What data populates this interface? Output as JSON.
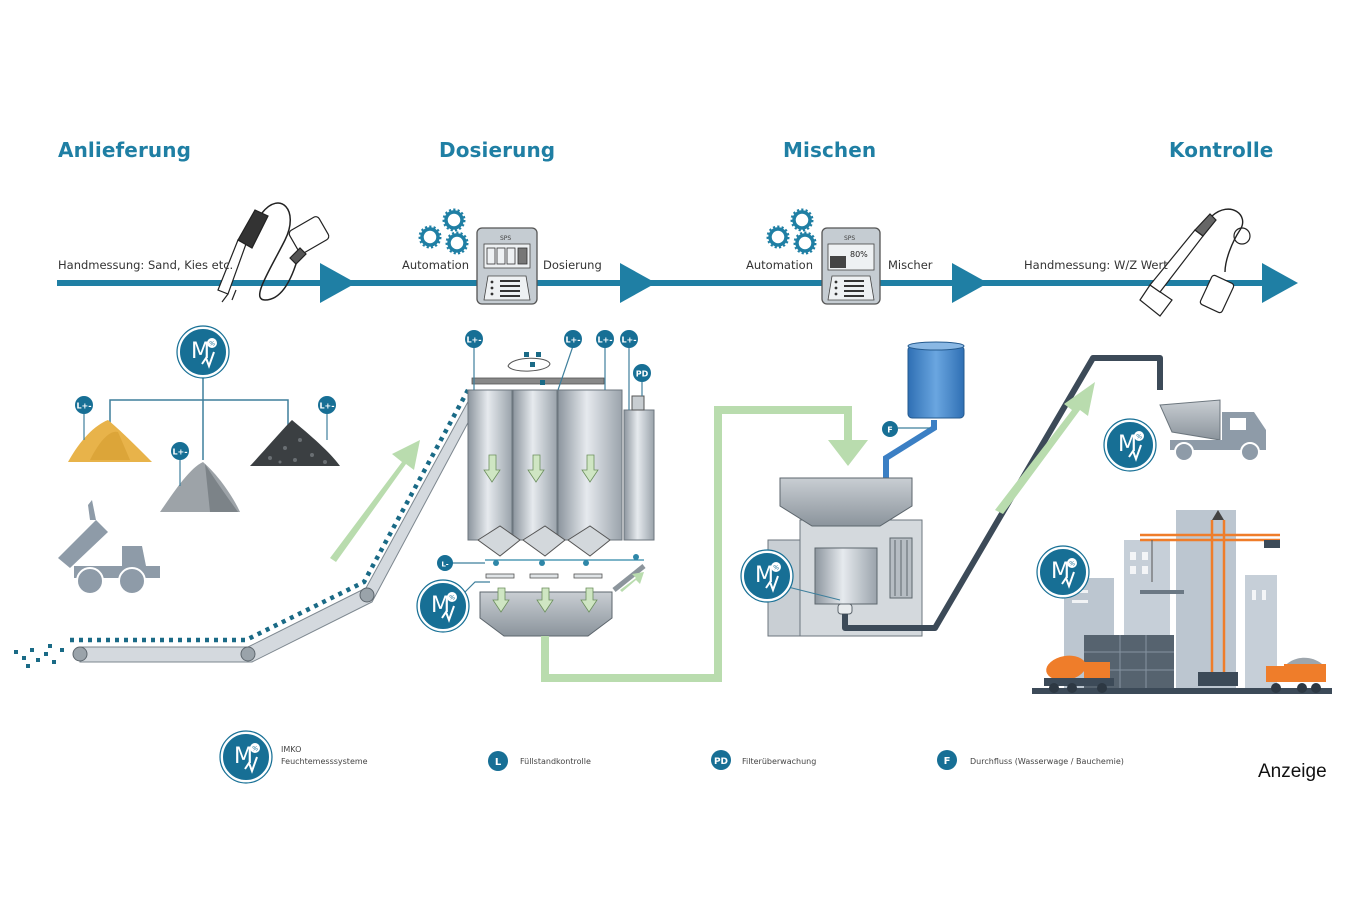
{
  "stages": [
    {
      "title": "Anlieferung"
    },
    {
      "title": "Dosierung"
    },
    {
      "title": "Mischen"
    },
    {
      "title": "Kontrolle"
    }
  ],
  "flow_labels": {
    "handmessung_sand": "Handmessung: Sand, Kies etc.",
    "automation_1": "Automation",
    "dosierung": "Dosierung",
    "automation_2": "Automation",
    "mischer": "Mischer",
    "handmessung_wz": "Handmessung: W/Z Wert"
  },
  "sps": {
    "label": "SPS",
    "mixer_display_value": "80%"
  },
  "badges": {
    "level_plus_minus": "L+-",
    "level_minus": "L-",
    "filter": "PD",
    "flow": "F",
    "legend_level": "L",
    "imko_logo": "M"
  },
  "legend": [
    {
      "icon": "imko-moisture-logo-icon",
      "line1": "IMKO",
      "line2": "Feuchtemesssysteme"
    },
    {
      "icon": "level-control-badge-icon",
      "badge": "L",
      "line1": "Füllstandkontrolle"
    },
    {
      "icon": "filter-monitoring-badge-icon",
      "badge": "PD",
      "line1": "Filterüberwachung"
    },
    {
      "icon": "flow-badge-icon",
      "badge": "F",
      "line1": "Durchfluss (Wasserwage / Bauchemie)"
    }
  ],
  "ad_label": "Anzeige",
  "colors": {
    "brand_blue": "#1f7fa4",
    "badge_blue": "#176f95",
    "flow_green": "#b9dcae",
    "pipe_dark": "#3c4a58",
    "steel": "#a8b0b8",
    "truck_grey": "#8e9ba8",
    "sand": "#e8b34a",
    "orange": "#ef7d2a",
    "water_blue": "#4a8fd0"
  }
}
